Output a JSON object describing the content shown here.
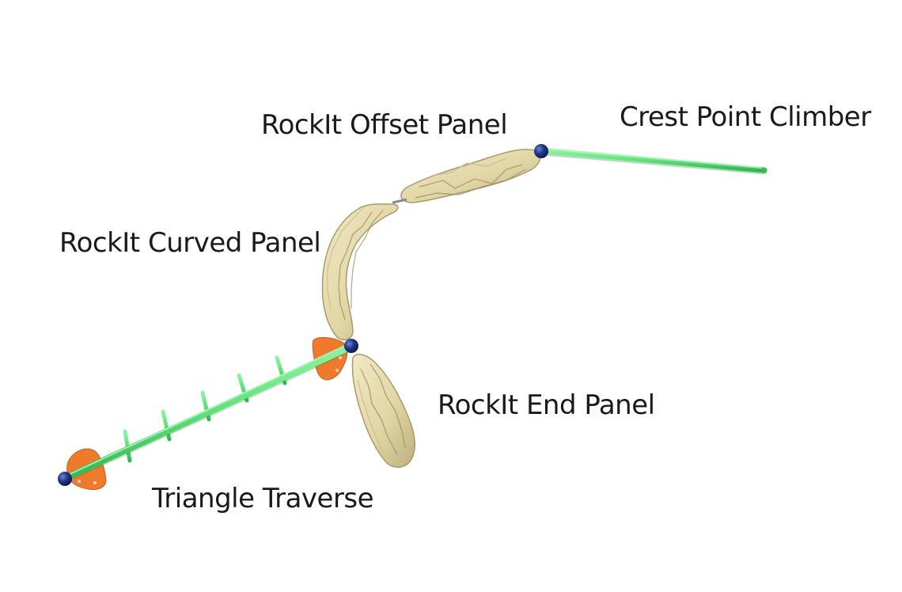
{
  "labels": {
    "crest_point_climber": "Crest Point Climber",
    "rockit_offset_panel": "RockIt Offset Panel",
    "rockit_curved_panel": "RockIt Curved Panel",
    "rockit_end_panel": "RockIt End Panel",
    "triangle_traverse": "Triangle Traverse"
  },
  "colors": {
    "bar_green": "#5fe07a",
    "bar_green_dark": "#3cbf58",
    "rock_sand": "#e6dcb0",
    "rock_shadow": "#b8ab7c",
    "post_blue": "#1c2e7a",
    "bracket_orange": "#f07a2c",
    "text": "#1a1a1a"
  }
}
